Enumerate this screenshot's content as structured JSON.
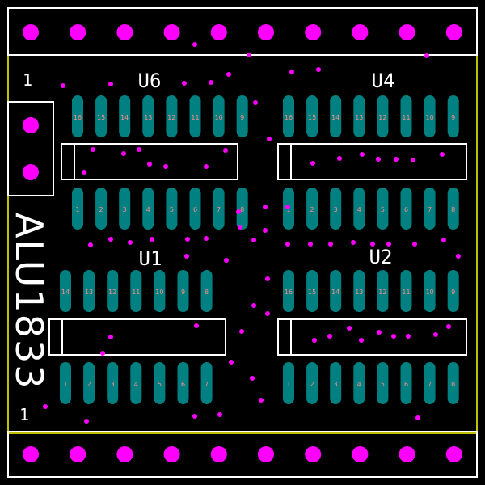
{
  "board": {
    "name": "ALU1833",
    "connector_top_pin_count": 10,
    "connector_bottom_pin_count": 10,
    "side_connector_pin_count": 2,
    "pin1_labels": [
      "1",
      "1"
    ],
    "colors": {
      "background": "#000000",
      "silkscreen": "#ffffff",
      "outline": "#ffff00",
      "pad": "#008080",
      "via": "#ff00ff",
      "pin_number": "#ff8c8c"
    }
  },
  "chips": [
    {
      "ref": "U6",
      "top_pin_labels": [
        "16",
        "15",
        "14",
        "13",
        "12",
        "11",
        "10",
        "9"
      ],
      "bottom_pin_labels": [
        "1",
        "2",
        "3",
        "4",
        "5",
        "6",
        "7",
        "8"
      ]
    },
    {
      "ref": "U4",
      "top_pin_labels": [
        "16",
        "15",
        "14",
        "13",
        "12",
        "11",
        "10",
        "9"
      ],
      "bottom_pin_labels": [
        "1",
        "2",
        "3",
        "4",
        "5",
        "6",
        "7",
        "8"
      ]
    },
    {
      "ref": "U1",
      "top_pin_labels": [
        "14",
        "13",
        "12",
        "11",
        "10",
        "9",
        "8"
      ],
      "bottom_pin_labels": [
        "1",
        "2",
        "3",
        "4",
        "5",
        "6",
        "7"
      ]
    },
    {
      "ref": "U2",
      "top_pin_labels": [
        "16",
        "15",
        "14",
        "13",
        "12",
        "11",
        "10",
        "9"
      ],
      "bottom_pin_labels": [
        "1",
        "2",
        "3",
        "4",
        "5",
        "6",
        "7",
        "8"
      ]
    }
  ]
}
